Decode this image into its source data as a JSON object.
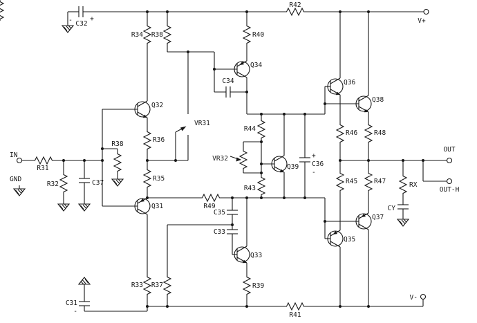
{
  "schematic": {
    "terminals": {
      "vplus": "V+",
      "vminus": "V-",
      "in": "IN",
      "gnd": "GND",
      "out": "OUT",
      "out_h": "OUT-H"
    },
    "resistors": {
      "r31": "R31",
      "r32": "R32",
      "r33": "R33",
      "r34": "R34",
      "r35": "R35",
      "r36": "R36",
      "r37": "R37",
      "r38_top": "R38",
      "r38_mid": "R38",
      "r39": "R39",
      "r40": "R40",
      "r41": "R41",
      "r42": "R42",
      "r43": "R43",
      "r44": "R44",
      "r45": "R45",
      "r46": "R46",
      "r47": "R47",
      "r48": "R48",
      "r49": "R49",
      "rx": "RX"
    },
    "capacitors": {
      "c31": "C31",
      "c32": "C32",
      "c33": "C33",
      "c34": "C34",
      "c35": "C35",
      "c36": "C36",
      "c37": "C37",
      "cy": "CY"
    },
    "transistors": {
      "q31": "Q31",
      "q32": "Q32",
      "q33": "Q33",
      "q34": "Q34",
      "q35": "Q35",
      "q36": "Q36",
      "q37": "Q37",
      "q38": "Q38",
      "q39": "Q39"
    },
    "potentiometers": {
      "vr31": "VR31",
      "vr32": "VR32"
    },
    "polarity": {
      "plus": "+",
      "minus": "-"
    }
  }
}
